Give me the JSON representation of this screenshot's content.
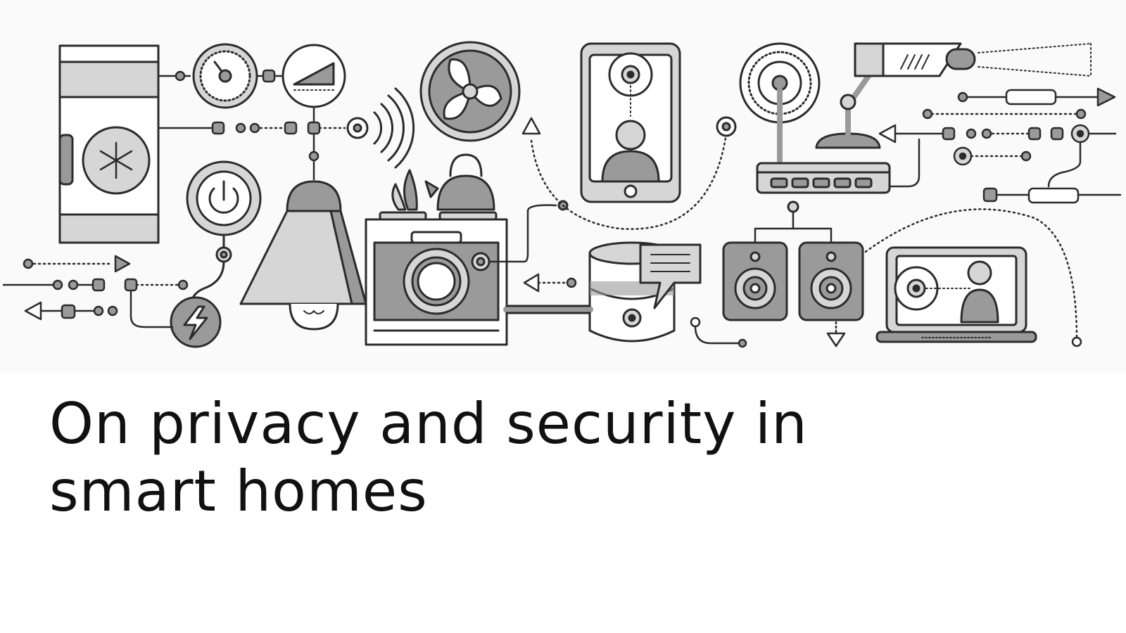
{
  "slide": {
    "title_line1": "On privacy and security in",
    "title_line2": "smart homes"
  },
  "illustration": {
    "style": "grayscale line-art smart-home devices connected by dotted lines",
    "colors": {
      "stroke": "#2b2b2b",
      "fill_mid": "#9a9a9a",
      "fill_light": "#d6d6d6",
      "background": "#fafafa"
    },
    "icons": [
      "refrigerator-icon",
      "gauge-icon",
      "signal-strength-icon",
      "power-button-icon",
      "lamp-icon",
      "lightning-icon",
      "wifi-signal-icon",
      "fan-icon",
      "stove-icon",
      "kettle-icon",
      "smartphone-video-call-icon",
      "database-icon",
      "chat-bubble-icon",
      "speaker-icon",
      "router-icon",
      "security-camera-icon",
      "laptop-video-call-icon"
    ]
  }
}
